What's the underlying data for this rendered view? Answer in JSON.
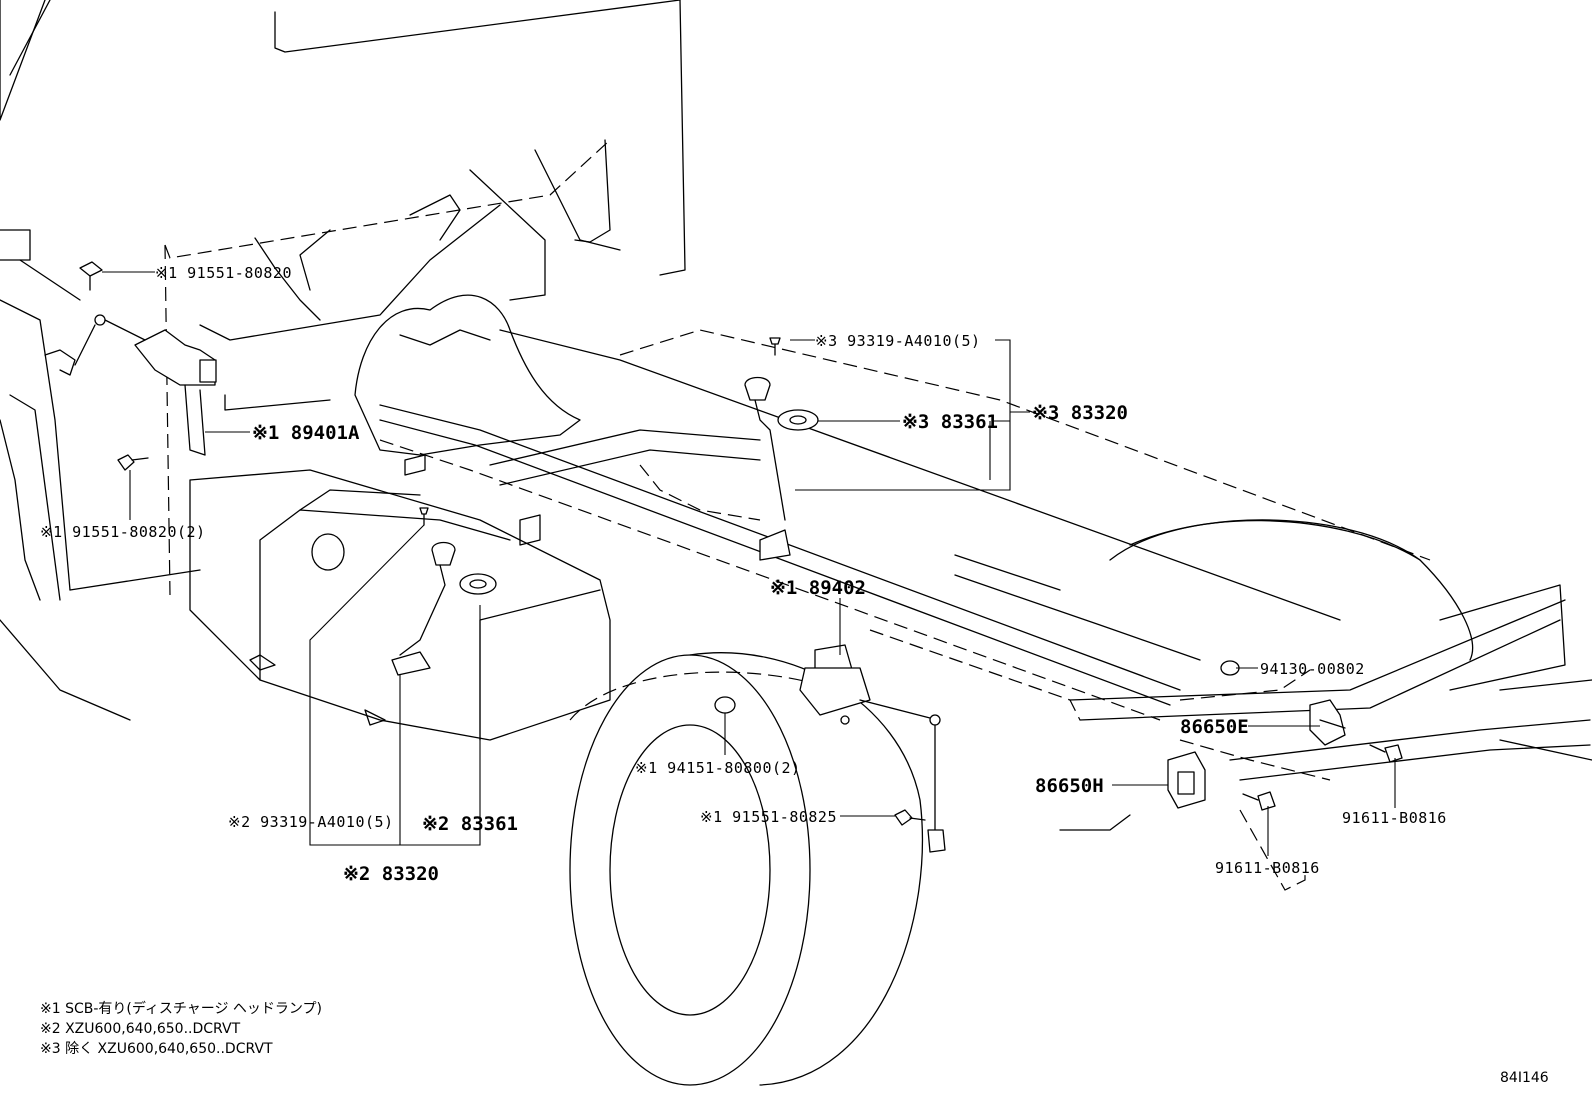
{
  "labels": {
    "p9155180820_top": "※1 91551-80820",
    "p89401A": "※1 89401A",
    "p9155180820_2": "※1 91551-80820(2)",
    "p93319_3": "※3  93319-A4010(5)",
    "p83361_3": "※3 83361",
    "p83320_3": "※3 83320",
    "p89402": "※1  89402",
    "p9413000802": "94130-00802",
    "p86650E": "86650E",
    "p86650H": "86650H",
    "p9415180800": "※1 94151-80800(2)",
    "p9155180825": "※1 91551-80825",
    "p91611_right": "91611-B0816",
    "p91611_bottom": "91611-B0816",
    "p93319_2": "※2 93319-A4010(5)",
    "p83361_2": "※2 83361",
    "p83320_2": "※2 83320"
  },
  "legend": [
    "※1 SCB-有り(ディスチャージ ヘッドランプ)",
    "※2 XZU600,640,650..DCRVT",
    "※3 除く XZU600,640,650..DCRVT"
  ],
  "figure_id": "84I146"
}
